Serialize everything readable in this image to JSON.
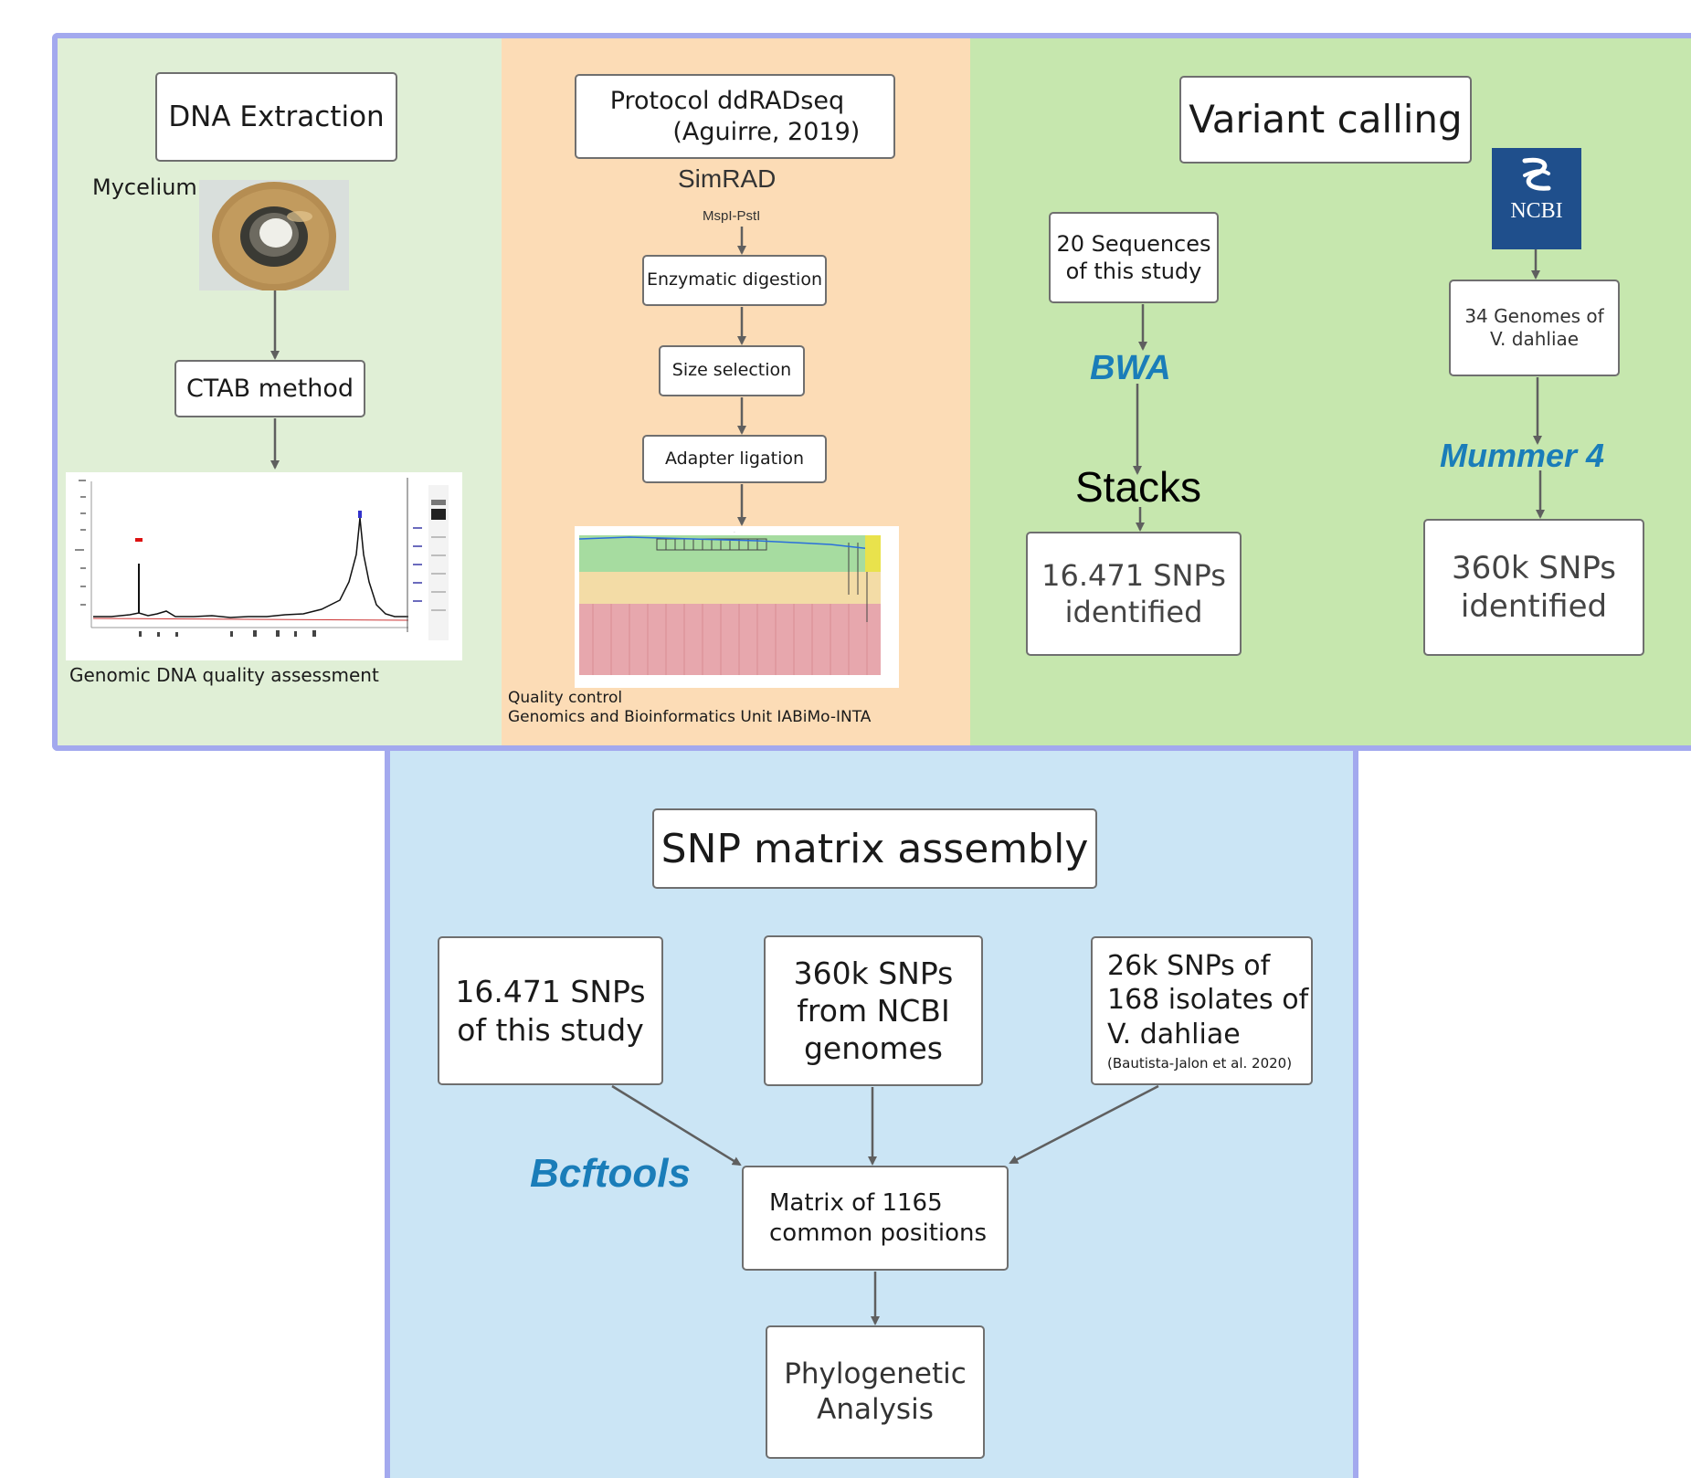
{
  "colors": {
    "frame_border": "#a3a9ee",
    "dna_panel": "#e0efd6",
    "ddrad_panel": "#fcdcb6",
    "variant_panel": "#c6e7ae",
    "snp_panel": "#cbe5f5",
    "tool_text": "#1a7db9",
    "ncbi_logo": "#1f4f8c",
    "arrow": "#5f5f5f"
  },
  "dna_extraction": {
    "title": "DNA Extraction",
    "mycelium_label": "Mycelium",
    "mycelium_image": "petri-dish-photo",
    "ctab": "CTAB method",
    "quality_image": "electropherogram-trace",
    "quality_caption": "Genomic DNA quality assessment"
  },
  "ddradseq": {
    "title": "Protocol ddRADseq\n        (Aguirre, 2019)",
    "simrad": "SimRAD",
    "enzymes": "MspI-PstI",
    "steps": [
      "Enzymatic digestion",
      "Size selection",
      "Adapter ligation"
    ],
    "qc_image": "per-base-quality-plot",
    "qc_caption_line1": "Quality control",
    "qc_caption_line2": "Genomics and Bioinformatics Unit IABiMo-INTA"
  },
  "variant_calling": {
    "title": "Variant calling",
    "sequences": "20 Sequences\nof this study",
    "bwa": "BWA",
    "stacks": "Stacks",
    "snps_study": "16.471 SNPs\nidentified",
    "ncbi_logo_text": "NCBI",
    "genomes": "34 Genomes of\nV. dahliae",
    "mummer": "Mummer 4",
    "snps_ncbi": "360k SNPs\nidentified"
  },
  "snp_matrix": {
    "title": "SNP matrix assembly",
    "source_study": "16.471 SNPs\nof this study",
    "source_ncbi": "360k SNPs\nfrom NCBI\ngenomes",
    "source_isolates": "26k SNPs of\n168 isolates of\nV. dahliae",
    "source_isolates_ref": "(Bautista-Jalon et al. 2020)",
    "bcftools": "Bcftools",
    "matrix": "Matrix of 1165\ncommon positions",
    "phylo": "Phylogenetic\nAnalysis"
  }
}
